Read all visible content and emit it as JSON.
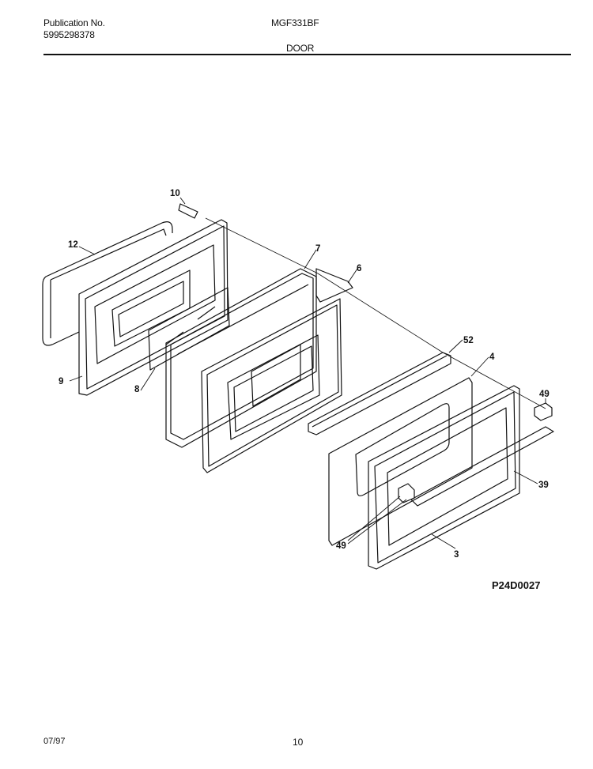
{
  "header": {
    "publication_label": "Publication No.",
    "publication_number": "5995298378",
    "model": "MGF331BF",
    "section": "DOOR"
  },
  "diagram": {
    "callouts": [
      {
        "id": "c10",
        "label": "10"
      },
      {
        "id": "c12",
        "label": "12"
      },
      {
        "id": "c7",
        "label": "7"
      },
      {
        "id": "c6",
        "label": "6"
      },
      {
        "id": "c9",
        "label": "9"
      },
      {
        "id": "c8",
        "label": "8"
      },
      {
        "id": "c52",
        "label": "52"
      },
      {
        "id": "c4",
        "label": "4"
      },
      {
        "id": "c49a",
        "label": "49"
      },
      {
        "id": "c39",
        "label": "39"
      },
      {
        "id": "c49b",
        "label": "49"
      },
      {
        "id": "c3",
        "label": "3"
      }
    ],
    "drawing_code": "P24D0027"
  },
  "footer": {
    "date": "07/97",
    "page": "10"
  }
}
